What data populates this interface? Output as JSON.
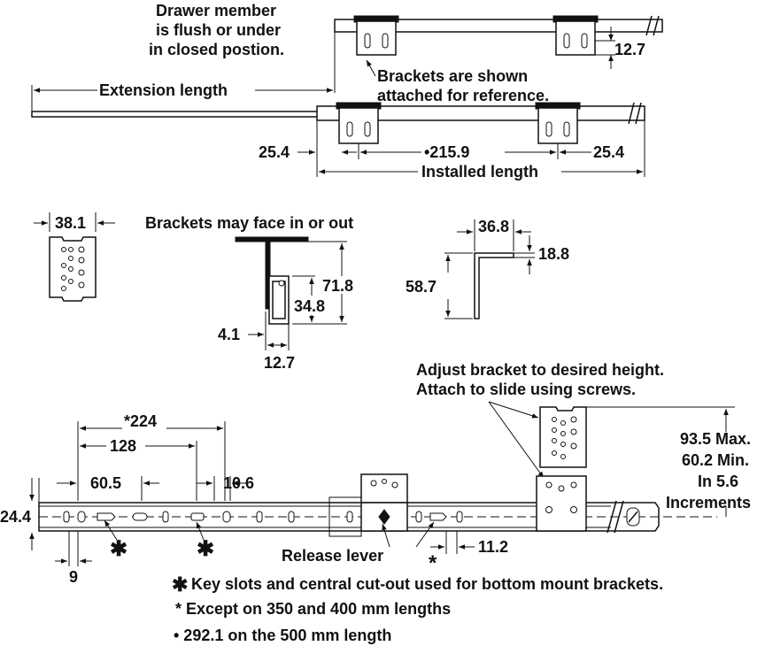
{
  "notes": {
    "flush": [
      "Drawer member",
      "is flush or under",
      "in closed postion."
    ],
    "brackets_shown": [
      "Brackets are shown",
      "attached for reference."
    ],
    "face": "Brackets may face in or out",
    "adjust": [
      "Adjust bracket to desired height.",
      "Attach to slide using screws."
    ],
    "height": [
      "93.5 Max.",
      "60.2 Min.",
      "In 5.6",
      "Increments"
    ],
    "release": "Release lever",
    "footnotes": [
      "Key slots and central cut-out used for bottom mount brackets.",
      "* Except on 350 and 400 mm lengths",
      "• 292.1 on the 500 mm length"
    ],
    "star_glyph": "✱",
    "asterisk": "*"
  },
  "dims": {
    "top_12_7": "12.7",
    "extension": "Extension length",
    "end_25_4_left": "25.4",
    "center_215_9": "•215.9",
    "end_25_4_right": "25.4",
    "installed": "Installed length",
    "width_38_1": "38.1",
    "h_71_8": "71.8",
    "h_34_8": "34.8",
    "w_4_1": "4.1",
    "w_12_7": "12.7",
    "w_36_8": "36.8",
    "t_18_8": "18.8",
    "h_58_7": "58.7",
    "d_224": "*224",
    "d_128": "128",
    "d_60_5": "60.5",
    "d_10_6": "10.6",
    "d_24_4": "24.4",
    "d_9": "9",
    "d_11_2": "11.2"
  }
}
